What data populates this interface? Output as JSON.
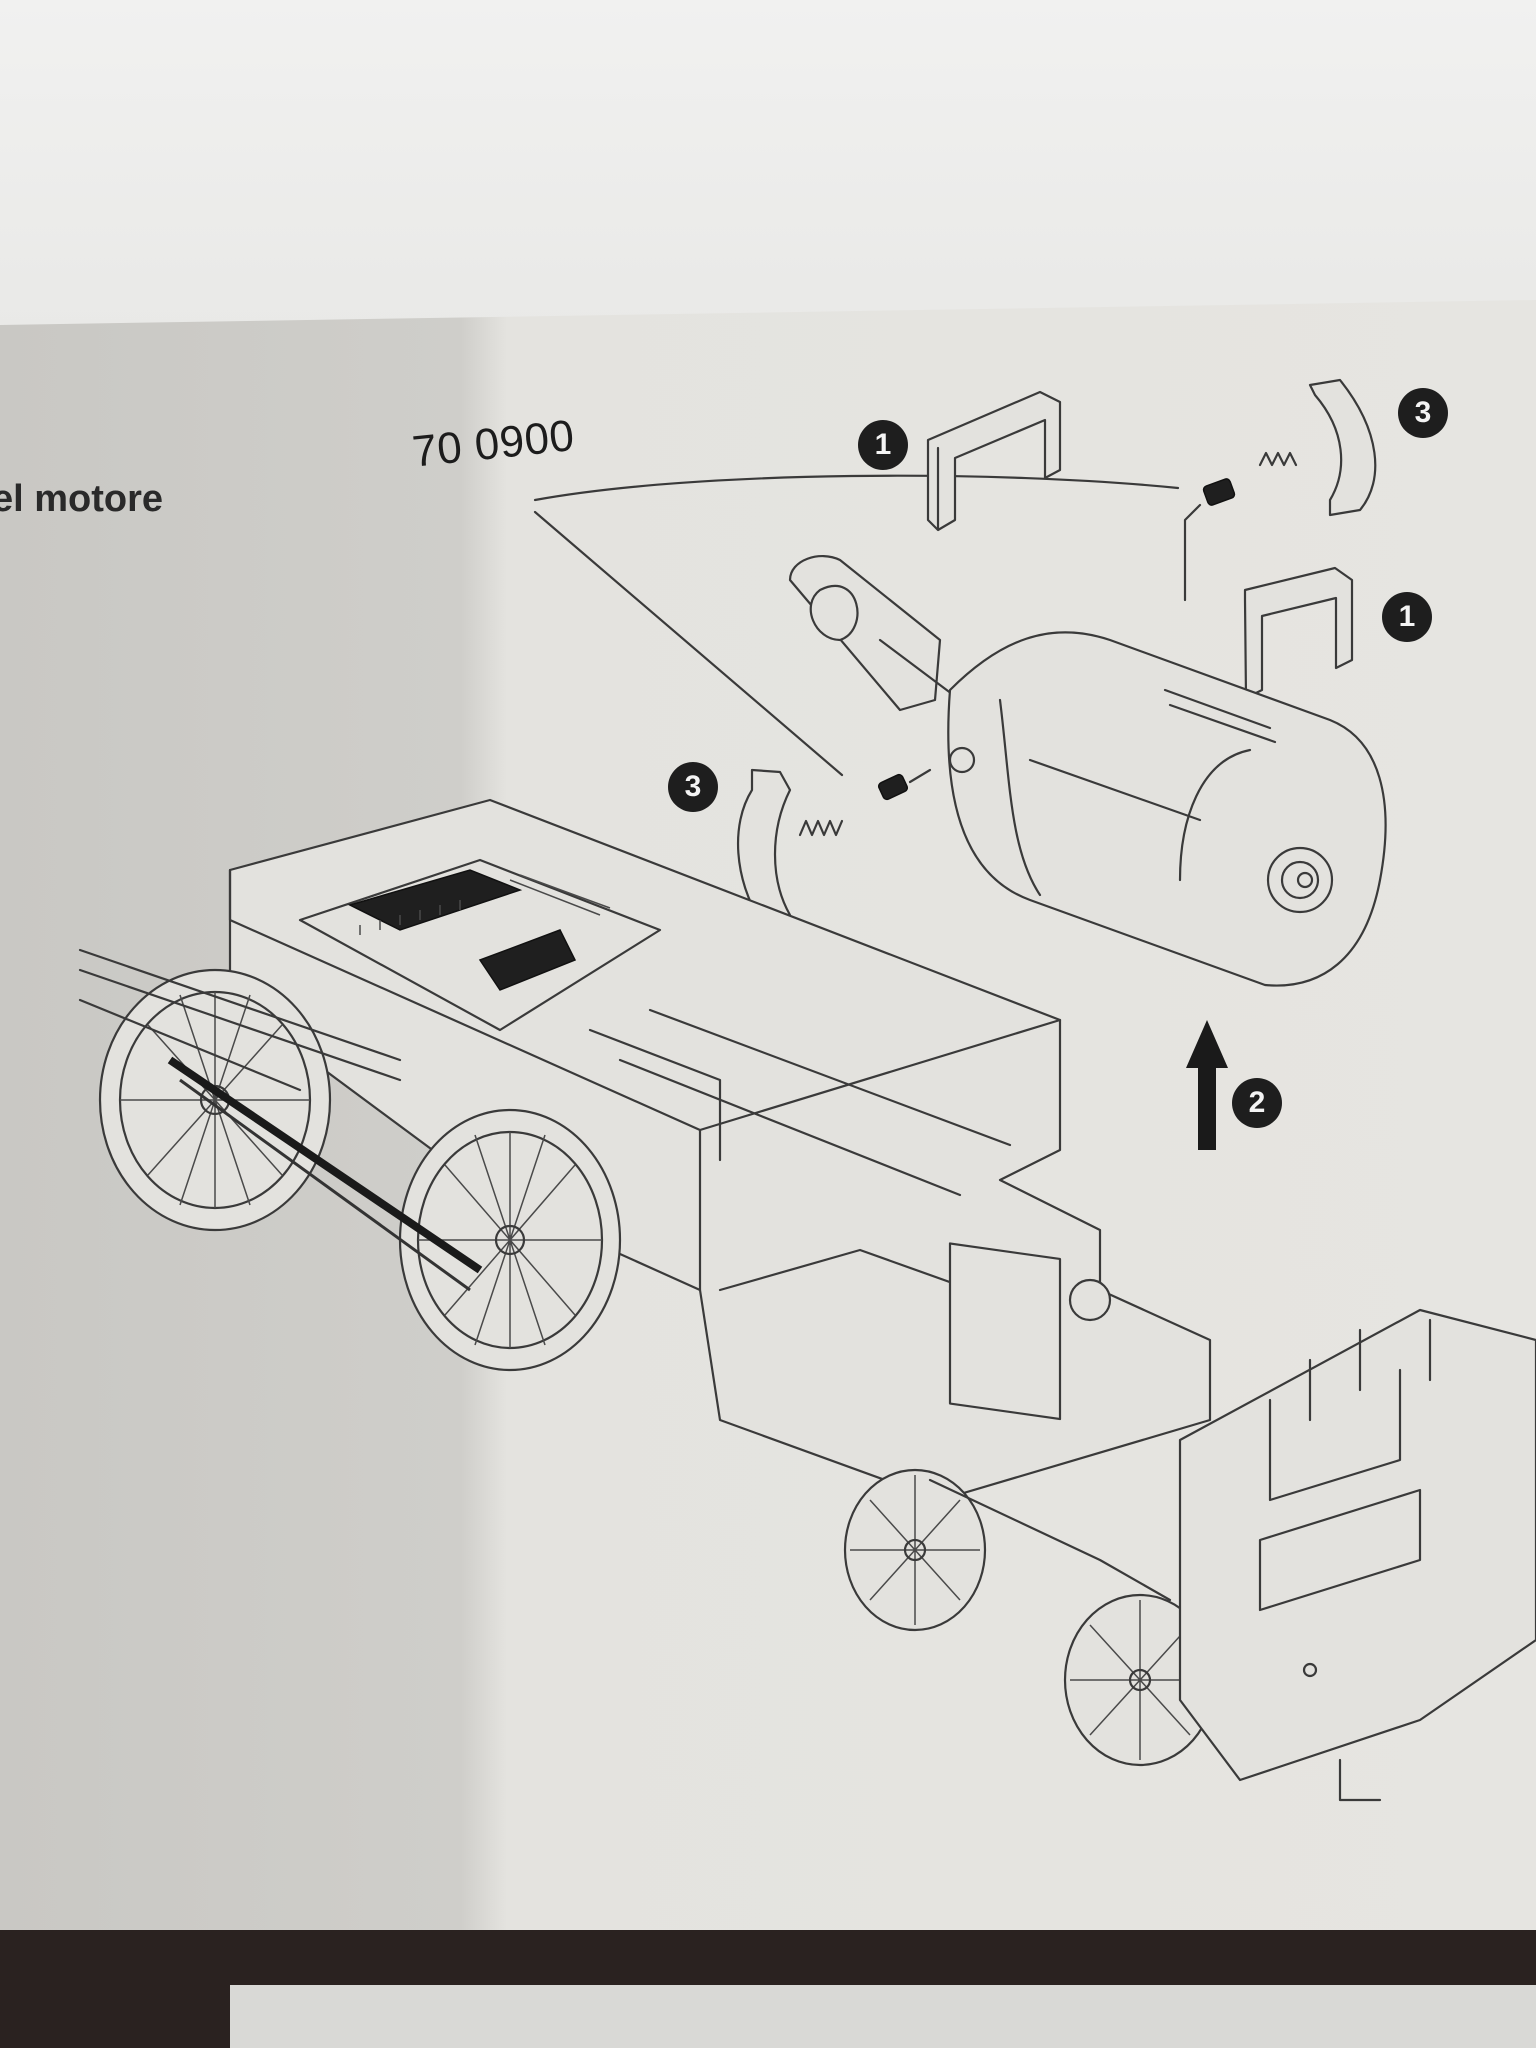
{
  "document": {
    "heading_fragment": "el motore",
    "part_number": "70 0900"
  },
  "callouts": [
    {
      "id": "c1-top",
      "label": "1"
    },
    {
      "id": "c3-top",
      "label": "3"
    },
    {
      "id": "c1-right",
      "label": "1"
    },
    {
      "id": "c3-left",
      "label": "3"
    },
    {
      "id": "c2-arrow",
      "label": "2"
    }
  ],
  "colors": {
    "paper": "#e3e2de",
    "ink": "#1e1e1e",
    "background_sheet": "#f1f1f0",
    "table_edge": "#2a2220"
  }
}
